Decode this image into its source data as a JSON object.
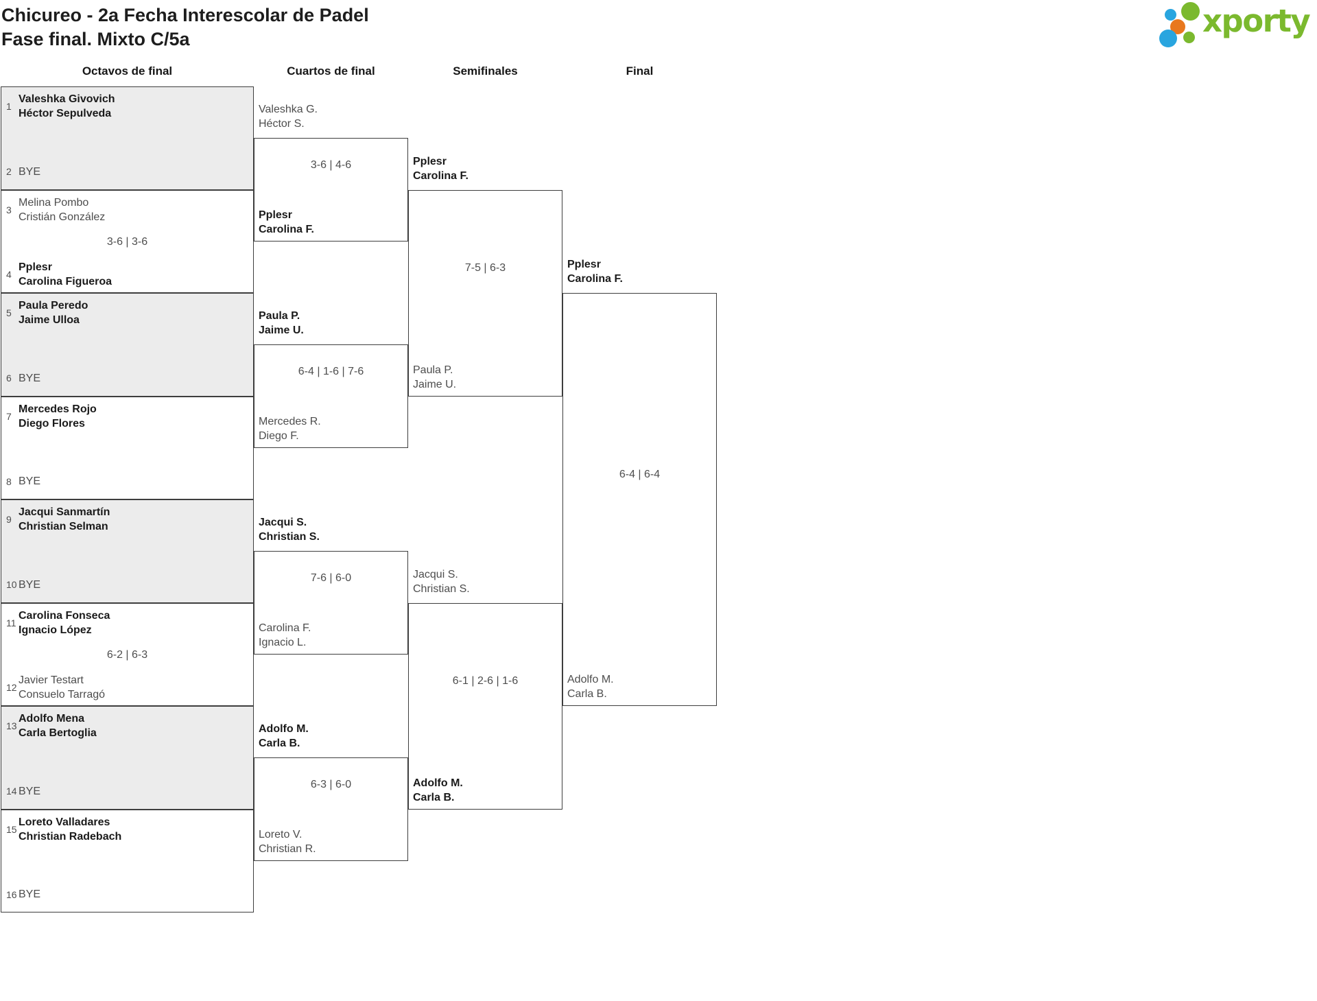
{
  "header": {
    "title_line1": "Chicureo - 2a Fecha Interescolar de Padel",
    "title_line2": "Fase final. Mixto C/5a"
  },
  "logo": {
    "wordmark": "xporty",
    "colors": {
      "green": "#7bb92e",
      "blue": "#29a5df",
      "orange": "#e8781e"
    }
  },
  "rounds": [
    "Octavos de final",
    "Cuartos de final",
    "Semifinales",
    "Final"
  ],
  "r16": [
    {
      "top_seed": "1",
      "top": [
        "Valeshka Givovich",
        "Héctor Sepulveda"
      ],
      "top_bold": true,
      "bottom_seed": "2",
      "bottom": [
        "BYE",
        ""
      ],
      "bottom_bold": false,
      "score": ""
    },
    {
      "top_seed": "3",
      "top": [
        "Melina Pombo",
        "Cristián González"
      ],
      "top_bold": false,
      "bottom_seed": "4",
      "bottom": [
        "Pplesr",
        "Carolina Figueroa"
      ],
      "bottom_bold": true,
      "score": "3-6 | 3-6"
    },
    {
      "top_seed": "5",
      "top": [
        "Paula Peredo",
        "Jaime Ulloa"
      ],
      "top_bold": true,
      "bottom_seed": "6",
      "bottom": [
        "BYE",
        ""
      ],
      "bottom_bold": false,
      "score": ""
    },
    {
      "top_seed": "7",
      "top": [
        "Mercedes Rojo",
        "Diego Flores"
      ],
      "top_bold": true,
      "bottom_seed": "8",
      "bottom": [
        "BYE",
        ""
      ],
      "bottom_bold": false,
      "score": ""
    },
    {
      "top_seed": "9",
      "top": [
        "Jacqui Sanmartín",
        "Christian Selman"
      ],
      "top_bold": true,
      "bottom_seed": "10",
      "bottom": [
        "BYE",
        ""
      ],
      "bottom_bold": false,
      "score": ""
    },
    {
      "top_seed": "11",
      "top": [
        "Carolina Fonseca",
        "Ignacio López"
      ],
      "top_bold": true,
      "bottom_seed": "12",
      "bottom": [
        "Javier Testart",
        "Consuelo Tarragó"
      ],
      "bottom_bold": false,
      "score": "6-2 | 6-3"
    },
    {
      "top_seed": "13",
      "top": [
        "Adolfo Mena",
        "Carla Bertoglia"
      ],
      "top_bold": true,
      "bottom_seed": "14",
      "bottom": [
        "BYE",
        ""
      ],
      "bottom_bold": false,
      "score": ""
    },
    {
      "top_seed": "15",
      "top": [
        "Loreto Valladares",
        "Christian Radebach"
      ],
      "top_bold": true,
      "bottom_seed": "16",
      "bottom": [
        "BYE",
        ""
      ],
      "bottom_bold": false,
      "score": ""
    }
  ],
  "qf": [
    {
      "top": [
        "Valeshka G.",
        "Héctor S."
      ],
      "top_bold": false,
      "bottom": [
        "Pplesr",
        "Carolina F."
      ],
      "bottom_bold": true,
      "score": "3-6 | 4-6"
    },
    {
      "top": [
        "Paula P.",
        "Jaime U."
      ],
      "top_bold": true,
      "bottom": [
        "Mercedes R.",
        "Diego F."
      ],
      "bottom_bold": false,
      "score": "6-4 | 1-6 | 7-6"
    },
    {
      "top": [
        "Jacqui S.",
        "Christian S."
      ],
      "top_bold": true,
      "bottom": [
        "Carolina F.",
        "Ignacio L."
      ],
      "bottom_bold": false,
      "score": "7-6 | 6-0"
    },
    {
      "top": [
        "Adolfo M.",
        "Carla B."
      ],
      "top_bold": true,
      "bottom": [
        "Loreto V.",
        "Christian R."
      ],
      "bottom_bold": false,
      "score": "6-3 | 6-0"
    }
  ],
  "sf": [
    {
      "top": [
        "Pplesr",
        "Carolina F."
      ],
      "top_bold": true,
      "bottom": [
        "Paula P.",
        "Jaime U."
      ],
      "bottom_bold": false,
      "score": "7-5 | 6-3"
    },
    {
      "top": [
        "Jacqui S.",
        "Christian S."
      ],
      "top_bold": false,
      "bottom": [
        "Adolfo M.",
        "Carla B."
      ],
      "bottom_bold": true,
      "score": "6-1 | 2-6 | 1-6"
    }
  ],
  "final": [
    {
      "top": [
        "Pplesr",
        "Carolina F."
      ],
      "top_bold": true,
      "bottom": [
        "Adolfo M.",
        "Carla B."
      ],
      "bottom_bold": false,
      "score": "6-4 | 6-4"
    }
  ]
}
